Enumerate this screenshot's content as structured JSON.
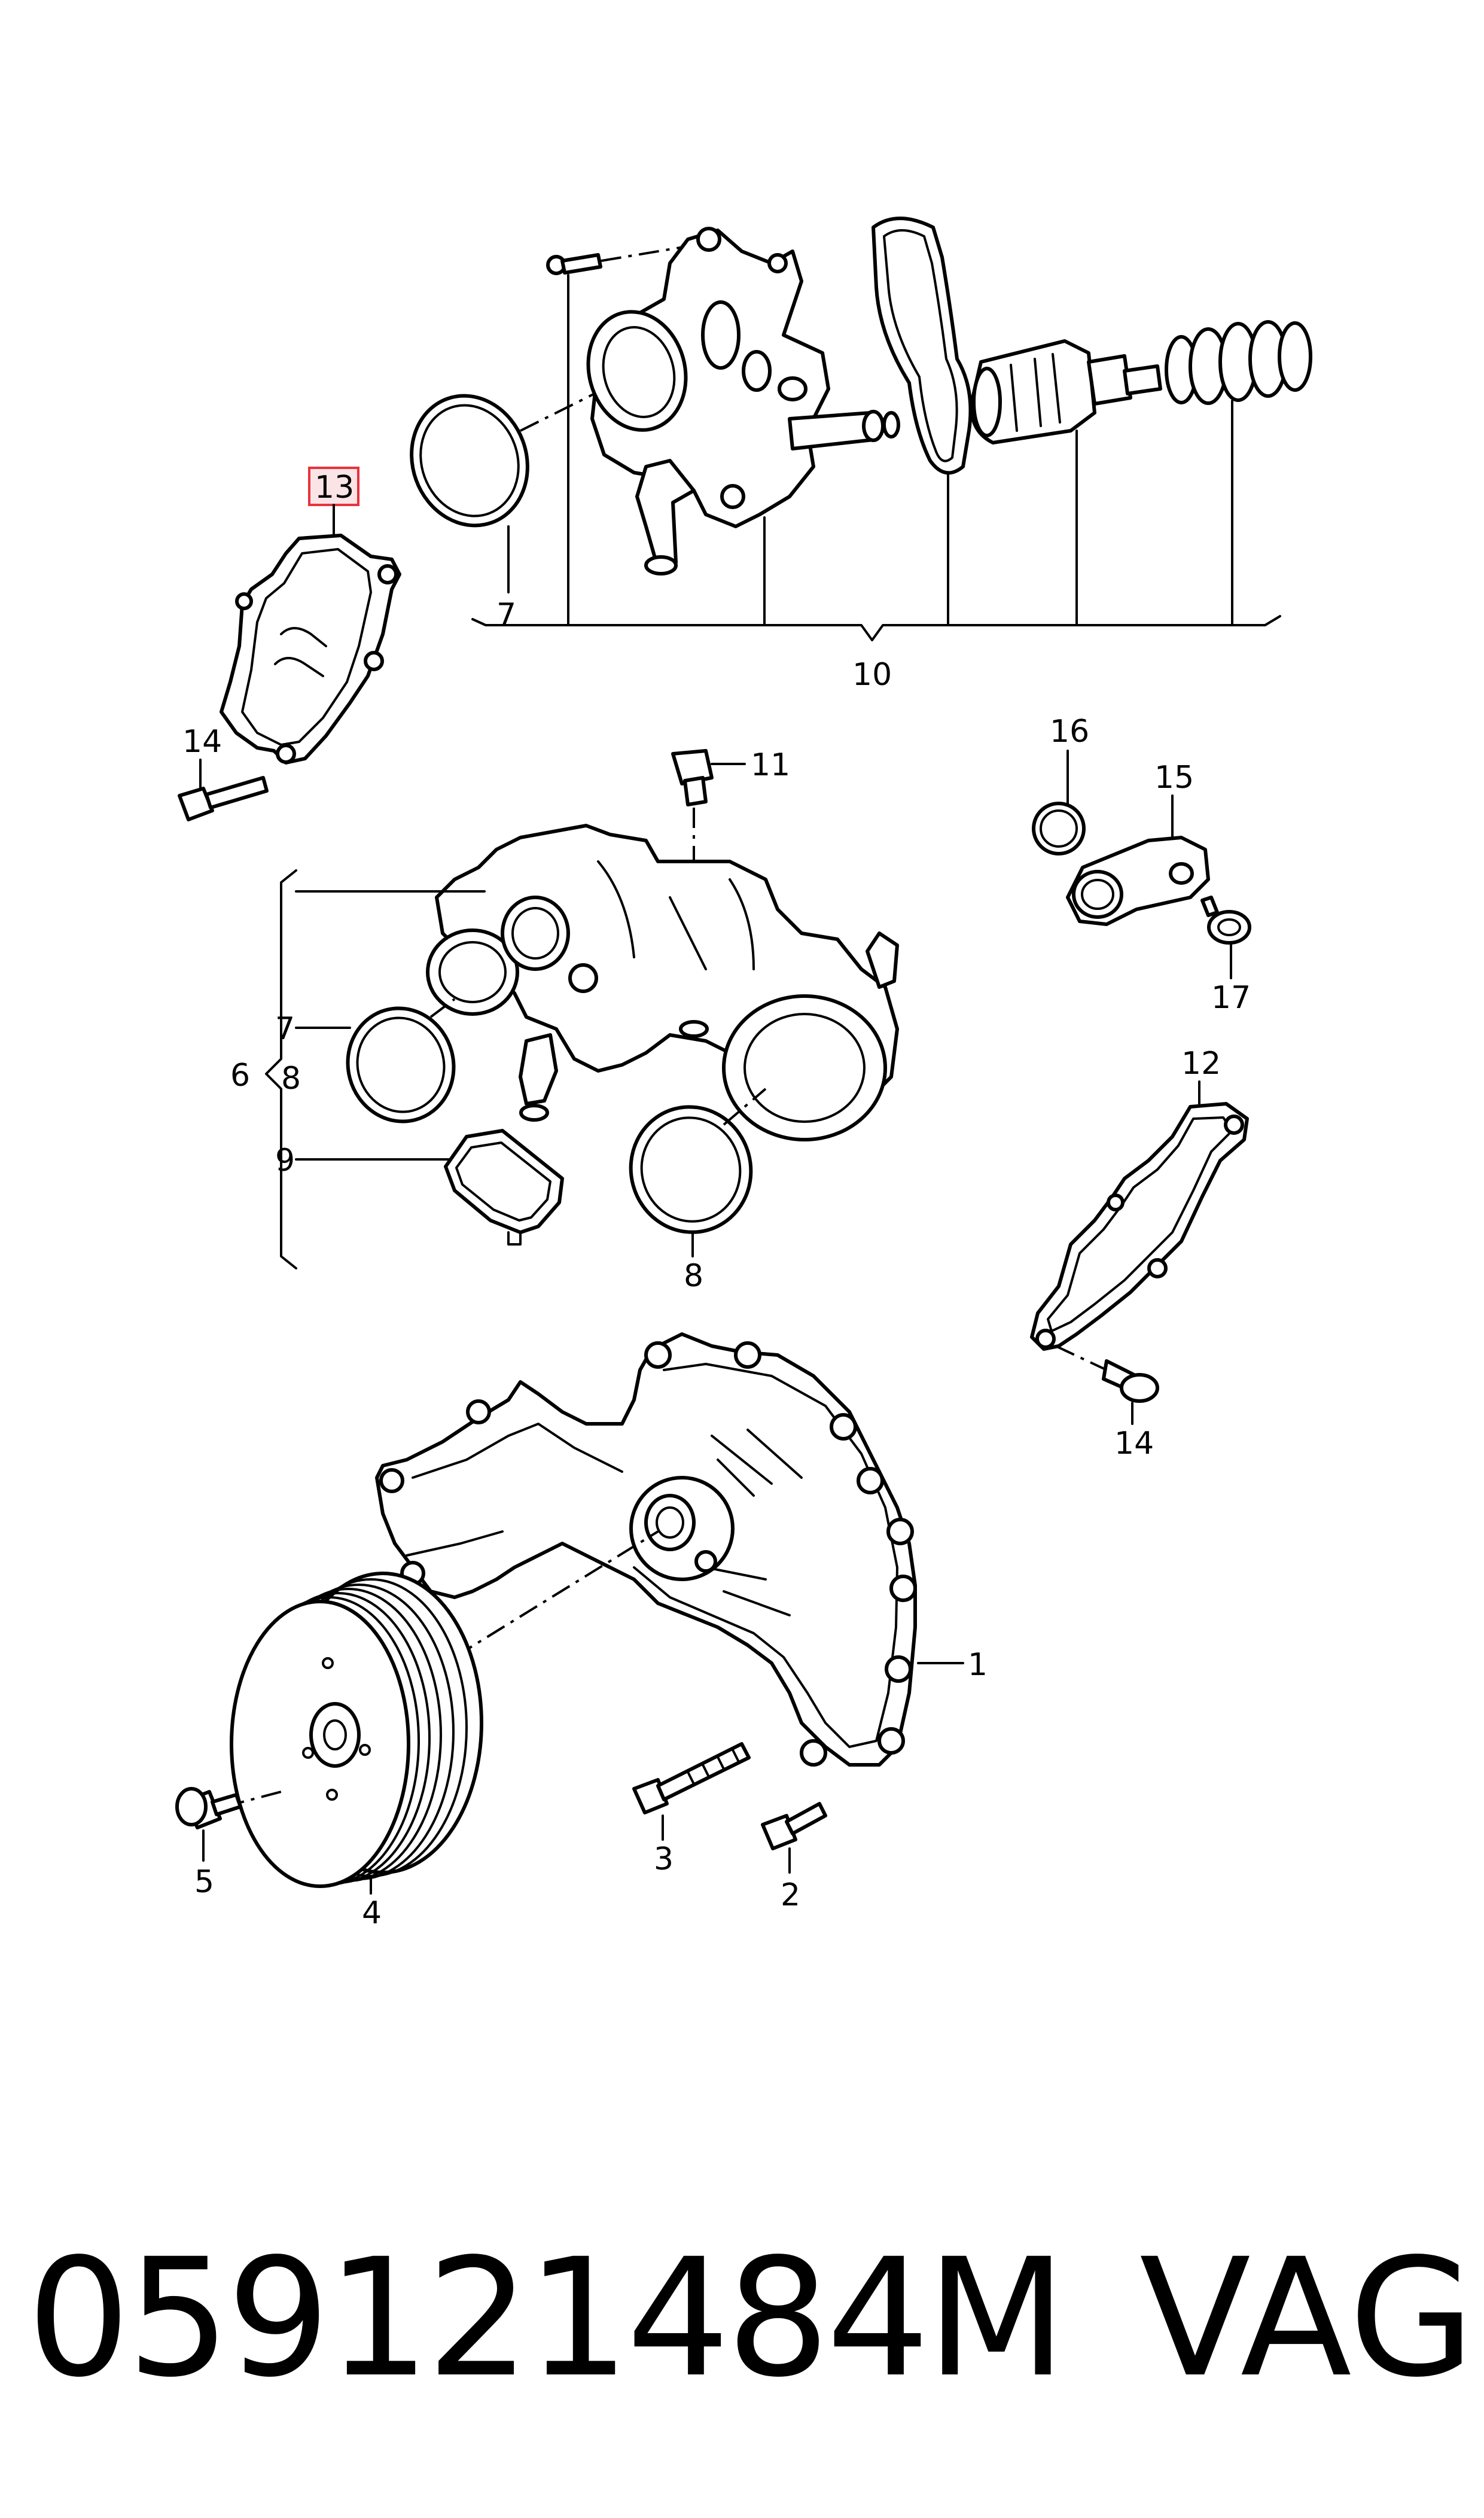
{
  "callouts": {
    "c1": "1",
    "c2": "2",
    "c3": "3",
    "c4": "4",
    "c5": "5",
    "c6": "6",
    "c7a": "7",
    "c7b": "7",
    "c8a": "8",
    "c8b": "8",
    "c9": "9",
    "c10": "10",
    "c11": "11",
    "c12": "12",
    "c13": "13",
    "c14a": "14",
    "c14b": "14",
    "c15": "15",
    "c16": "16",
    "c17": "17"
  },
  "highlight_color": "#e8323c",
  "footer": {
    "part_number": "059121484M",
    "brand": "VAG"
  }
}
